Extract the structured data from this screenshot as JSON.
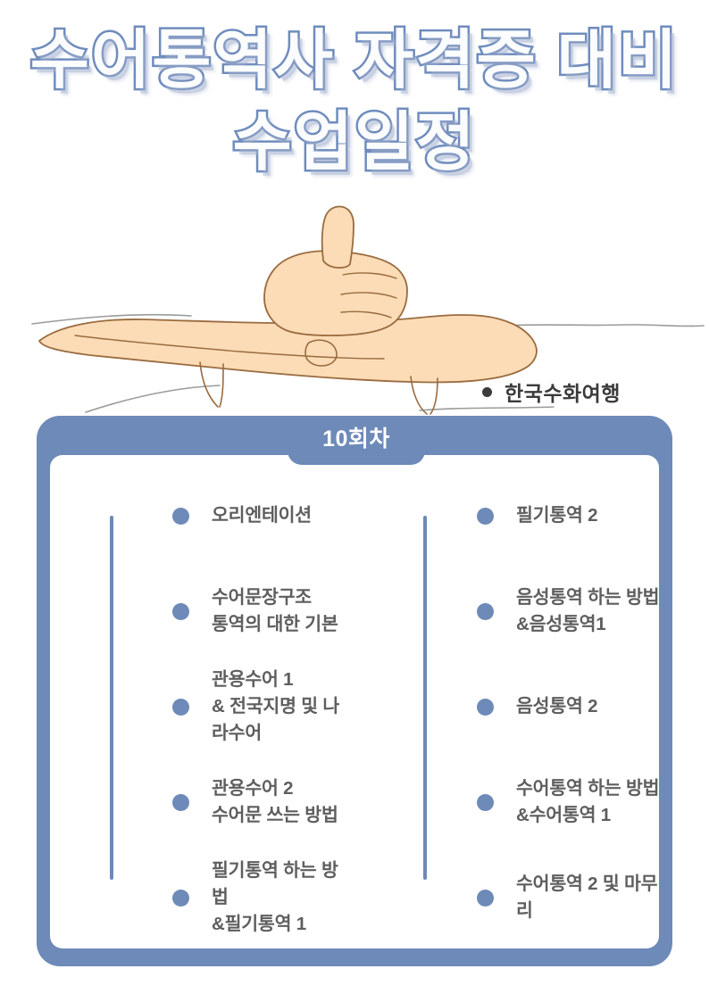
{
  "poster": {
    "title_lines": [
      "수어통역사 자격증 대비",
      "수업일정"
    ],
    "brand": {
      "label": "한국수화여행",
      "bullet_icon": "bullet-dot-icon"
    },
    "illustration": {
      "name": "sign-language-hands-illustration",
      "skin_color": "#fbdcb6",
      "outline_color": "#9a6b3f",
      "sketch_line_color": "#9b9b9b"
    },
    "colors": {
      "accent": "#6d8ab8",
      "title_outline": "#6f8cbd",
      "title_fill": "#fbfcfe",
      "item_text": "#5e5e5e",
      "brand_text": "#3a3a3a",
      "card_background": "#ffffff",
      "page_background": "#ffffff"
    },
    "card": {
      "badge_label": "10회차",
      "columns": [
        {
          "name": "left-column",
          "items": [
            {
              "text": "오리엔테이션"
            },
            {
              "text": "수어문장구조\n통역의 대한 기본"
            },
            {
              "text": "관용수어 1\n& 전국지명 및 나라수어"
            },
            {
              "text": "관용수어 2\n수어문 쓰는 방법"
            },
            {
              "text": "필기통역 하는 방법\n&필기통역 1"
            }
          ]
        },
        {
          "name": "right-column",
          "items": [
            {
              "text": "필기통역 2"
            },
            {
              "text": "음성통역 하는 방법\n&음성통역1"
            },
            {
              "text": "음성통역 2"
            },
            {
              "text": "수어통역 하는 방법\n&수어통역 1"
            },
            {
              "text": "수어통역 2 및 마무리"
            }
          ]
        }
      ]
    }
  }
}
